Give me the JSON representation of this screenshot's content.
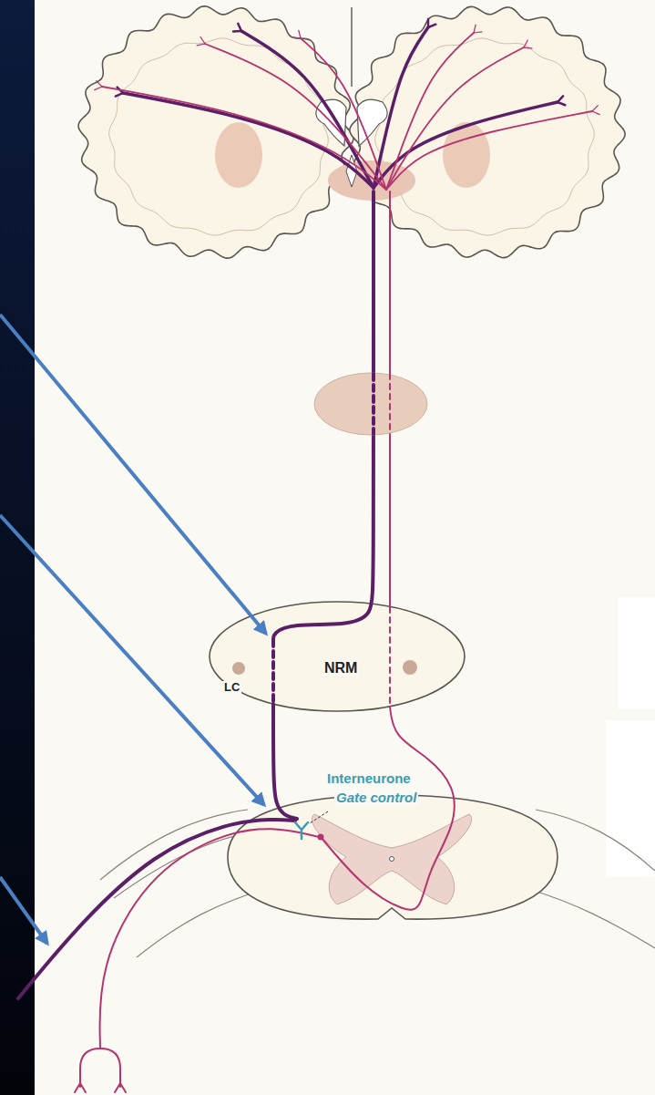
{
  "diagram": {
    "labels": [
      "NRM",
      "LC",
      "Interneurone",
      "Gate control"
    ]
  }
}
